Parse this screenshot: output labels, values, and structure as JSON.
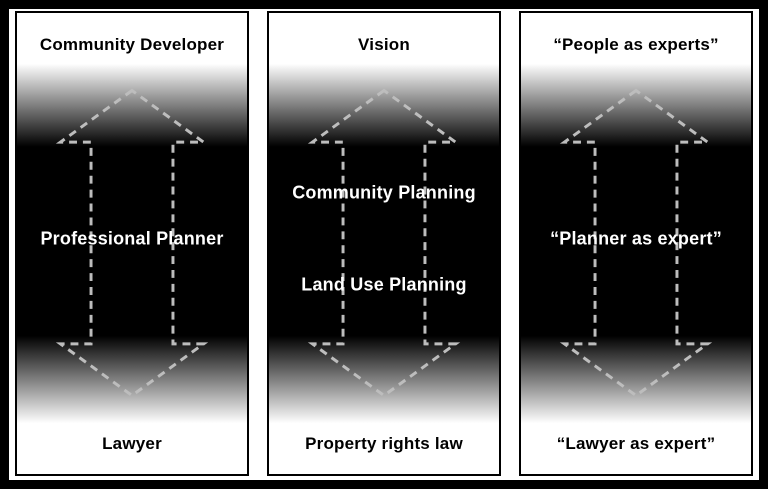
{
  "figure": {
    "panels": [
      {
        "top_label": "Community Developer",
        "middle_labels": [
          "Professional Planner"
        ],
        "bottom_label": "Lawyer"
      },
      {
        "top_label": "Vision",
        "middle_labels": [
          "Community Planning",
          "Land Use Planning"
        ],
        "bottom_label": "Property rights law"
      },
      {
        "top_label": "“People as experts”",
        "middle_labels": [
          "“Planner as expert”"
        ],
        "bottom_label": "“Lawyer as expert”"
      }
    ]
  },
  "colors": {
    "frame": "#000000",
    "panel_bg_light": "#ffffff",
    "panel_bg_dark": "#000000",
    "dash": "#bdbdbd",
    "top_text": "#000000",
    "middle_text": "#ffffff"
  }
}
